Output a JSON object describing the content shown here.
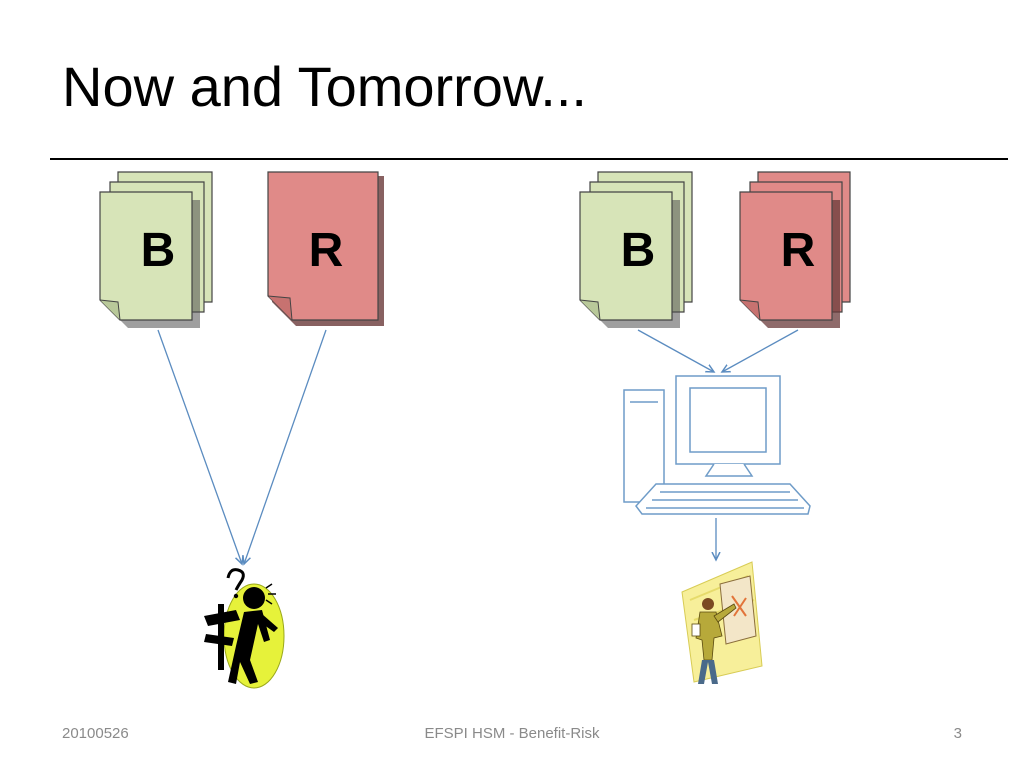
{
  "slide": {
    "title": "Now and Tomorrow...",
    "footer_date": "20100526",
    "footer_center": "EFSPI HSM - Benefit-Risk",
    "page_number": "3"
  },
  "diagram": {
    "now": {
      "benefit_label": "B",
      "risk_label": "R"
    },
    "tomorrow": {
      "benefit_label": "B",
      "risk_label": "R"
    },
    "colors": {
      "benefit_fill": "#d7e4b8",
      "risk_fill": "#e08a88",
      "arrow": "#5b8cc0",
      "computer": "#6f9cc8"
    },
    "icons": [
      "confused-person-icon",
      "computer-icon",
      "presenter-icon"
    ]
  }
}
